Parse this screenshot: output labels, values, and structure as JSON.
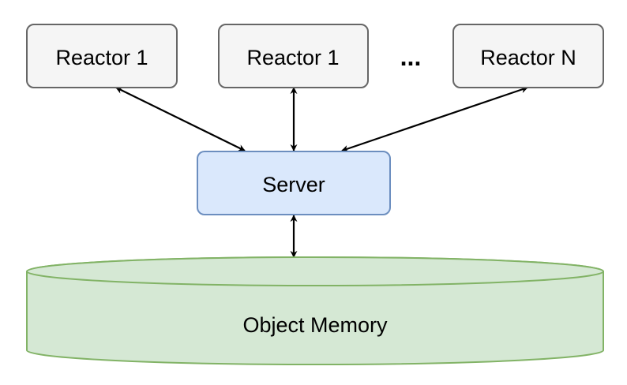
{
  "nodes": {
    "reactor_a": {
      "label": "Reactor 1"
    },
    "reactor_b": {
      "label": "Reactor 1"
    },
    "ellipsis": {
      "label": "..."
    },
    "reactor_n": {
      "label": "Reactor N"
    },
    "server": {
      "label": "Server"
    },
    "memory": {
      "label": "Object Memory"
    }
  },
  "edges": [
    {
      "from": "reactor_a",
      "to": "server",
      "bidirectional": true
    },
    {
      "from": "reactor_b",
      "to": "server",
      "bidirectional": true
    },
    {
      "from": "reactor_n",
      "to": "server",
      "bidirectional": true
    },
    {
      "from": "server",
      "to": "memory",
      "bidirectional": true
    }
  ],
  "colors": {
    "reactor_fill": "#f5f5f5",
    "reactor_stroke": "#666666",
    "server_fill": "#dae8fc",
    "server_stroke": "#6c8ebf",
    "memory_fill": "#d5e8d4",
    "memory_stroke": "#82b366",
    "edge": "#000000"
  }
}
